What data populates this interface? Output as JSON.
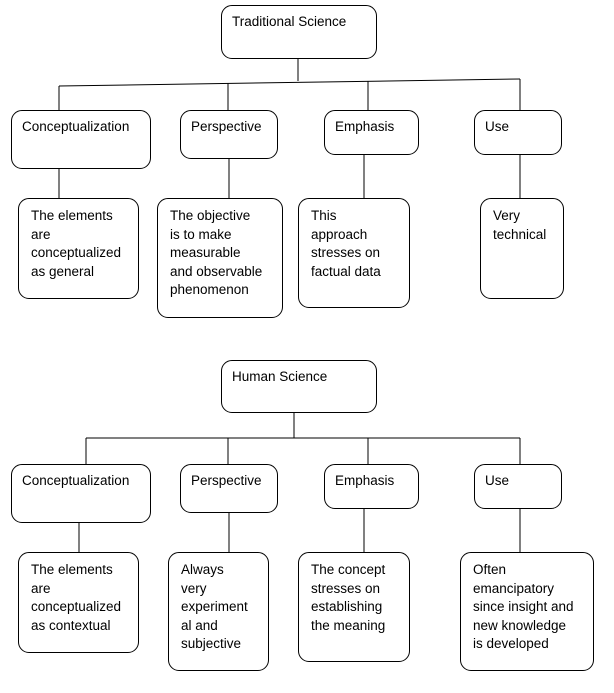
{
  "diagrams": [
    {
      "root": "Traditional Science",
      "categories": [
        {
          "label": "Conceptualization",
          "description": [
            "The elements",
            "are",
            "conceptualized",
            "as general"
          ]
        },
        {
          "label": "Perspective",
          "description": [
            "The objective",
            "is to make",
            "measurable",
            "and observable",
            "phenomenon"
          ]
        },
        {
          "label": "Emphasis",
          "description": [
            "This",
            "approach",
            "stresses on",
            "factual data"
          ]
        },
        {
          "label": "Use",
          "description": [
            "Very",
            "technical"
          ]
        }
      ]
    },
    {
      "root": "Human Science",
      "categories": [
        {
          "label": "Conceptualization",
          "description": [
            "The elements",
            "are",
            "conceptualized",
            "as contextual"
          ]
        },
        {
          "label": "Perspective",
          "description": [
            "Always",
            "very",
            "experiment",
            "al and",
            "subjective"
          ]
        },
        {
          "label": "Emphasis",
          "description": [
            "The concept",
            "stresses on",
            "establishing",
            "the meaning"
          ]
        },
        {
          "label": "Use",
          "description": [
            "Often",
            "emancipatory",
            "since insight and",
            "new knowledge",
            "is developed"
          ]
        }
      ]
    }
  ]
}
